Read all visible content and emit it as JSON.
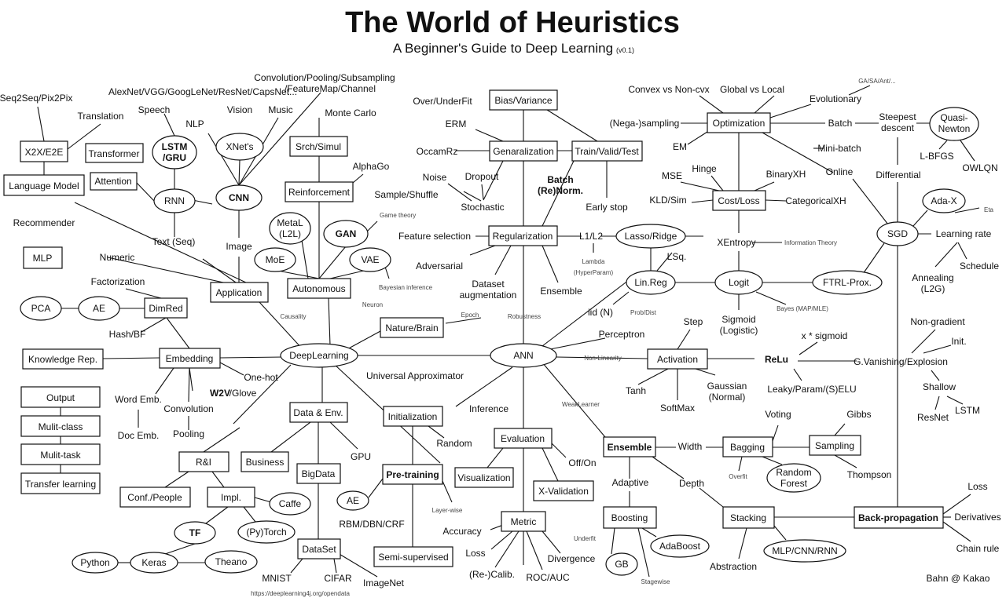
{
  "title": "The World of Heuristics",
  "subtitle": "A Beginner's Guide to Deep Learning",
  "version": "(v0.1)",
  "credit": "Bahn @ Kakao",
  "source_url": "https://deeplearning4j.org/opendata",
  "nodes": {
    "deeplearning": "DeepLearning",
    "ann": "ANN",
    "application": "Application",
    "embedding": "Embedding",
    "autonomous": "Autonomous",
    "nature_brain": "Nature/Brain",
    "data_env": "Data & Env.",
    "initialization": "Initialization",
    "evaluation": "Evaluation",
    "ensemble": "Ensemble",
    "activation": "Activation",
    "regularization": "Regularization",
    "generalization": "Genaralization",
    "bias_variance": "Bias/Variance",
    "train_valid_test": "Train/Valid/Test",
    "optimization": "Optimization",
    "cost_loss": "Cost/Loss",
    "logit": "Logit",
    "lin_reg": "Lin.Reg",
    "lasso_ridge": "Lasso/Ridge",
    "ftrl": "FTRL-Prox.",
    "sgd": "SGD",
    "quasi_newton": "Quasi-\nNewton",
    "ada_x": "Ada-X",
    "relu": "ReLu",
    "bagging": "Bagging",
    "sampling": "Sampling",
    "random_forest": "Random\nForest",
    "boosting": "Boosting",
    "adaboost": "AdaBoost",
    "gb": "GB",
    "stacking": "Stacking",
    "mlp_cnn_rnn": "MLP/CNN/RNN",
    "backprop": "Back-propagation",
    "metric": "Metric",
    "x_validation": "X-Validation",
    "visualization": "Visualization",
    "pre_training": "Pre-training",
    "semi_supervised": "Semi-supervised",
    "ae2": "AE",
    "business": "Business",
    "bigdata": "BigData",
    "dataset": "DataSet",
    "r_and_i": "R&I",
    "conf_people": "Conf./People",
    "impl": "Impl.",
    "caffe": "Caffe",
    "pytorch": "(Py)Torch",
    "tf": "TF",
    "keras": "Keras",
    "theano": "Theano",
    "python": "Python",
    "knowledge_rep": "Knowledge Rep.",
    "output": "Output",
    "multi_class": "Mulit-class",
    "multi_task": "Mulit-task",
    "transfer_learning": "Transfer learning",
    "dimred": "DimRed",
    "pca": "PCA",
    "ae1": "AE",
    "mlp": "MLP",
    "language_model": "Language Model",
    "x2x": "X2X/E2E",
    "transformer": "Transformer",
    "attention": "Attention",
    "lstm_gru": "LSTM\n/GRU",
    "rnn": "RNN",
    "xnets": "XNet's",
    "cnn": "CNN",
    "srch_simul": "Srch/Simul",
    "reinforcement": "Reinforcement",
    "metal": "MetaL\n(L2L)",
    "gan": "GAN",
    "moe": "MoE",
    "vae": "VAE"
  },
  "labels": {
    "seq2seq": "Seq2Seq/Pix2Pix",
    "translation": "Translation",
    "speech": "Speech",
    "alexnet": "AlexNet/VGG/GoogLeNet/ResNet/CapsNet...",
    "conv_pooling": "Convolution/Pooling/Subsampling",
    "featuremap": "/FeatureMap/Channel",
    "vision": "Vision",
    "music": "Music",
    "nlp": "NLP",
    "monte_carlo": "Monte Carlo",
    "alphago": "AlphaGo",
    "game_theory": "Game theory",
    "bayesian_inference": "Bayesian inference",
    "causality": "Causality",
    "neuron": "Neuron",
    "epoch": "Epoch",
    "robustness": "Robustness",
    "recommender": "Recommender",
    "text_seq": "Text (Seq)",
    "numeric": "Numeric",
    "image": "Image",
    "factorization": "Factorization",
    "hash_bf": "Hash/BF",
    "one_hot": "One-hot",
    "w2v": "W2V",
    "glove": "/Glove",
    "word_emb": "Word Emb.",
    "doc_emb": "Doc Emb.",
    "convolution": "Convolution",
    "pooling": "Pooling",
    "gpu": "GPU",
    "random": "Random",
    "layer_wise": "Layer-wise",
    "rbm": "RBM/DBN/CRF",
    "mnist": "MNIST",
    "cifar": "CIFAR",
    "imagenet": "ImageNet",
    "over_underfit": "Over/UnderFit",
    "erm": "ERM",
    "occamrz": "OccamRz",
    "noise": "Noise",
    "dropout": "Dropout",
    "sample_shuffle": "Sample/Shuffle",
    "stochastic": "Stochastic",
    "batch_renorm": "Batch\n(Re)Norm.",
    "early_stop": "Early stop",
    "feature_selection": "Feature selection",
    "adversarial": "Adversarial",
    "dataset_aug": "Dataset\naugmentation",
    "ensemble_lbl": "Ensemble",
    "l1l2": "L1/L2",
    "lambda": "Lambda\n(HyperParam)",
    "universal_approx": "Universal Approximator",
    "inference": "Inference",
    "off_on": "Off/On",
    "accuracy": "Accuracy",
    "loss_m": "Loss",
    "recalib": "(Re-)Calib.",
    "roc_auc": "ROC/AUC",
    "divergence": "Divergence",
    "weaklearner": "WeakLearner",
    "non_linearity": "Non-Linearity",
    "perceptron": "Perceptron",
    "iid": "iid (N)",
    "prob_dist": "Prob/Dist",
    "step": "Step",
    "tanh": "Tanh",
    "softmax": "SoftMax",
    "gaussian": "Gaussian\n(Normal)",
    "sigmoid": "Sigmoid\n(Logistic)",
    "x_sigmoid": "x * sigmoid",
    "leaky": "Leaky/Param/(S)ELU",
    "lsq": "LSq.",
    "xentropy": "XEntropy",
    "info_theory": "Information Theory",
    "bayes_map": "Bayes (MAP/MLE)",
    "mse": "MSE",
    "hinge": "Hinge",
    "binaryxh": "BinaryXH",
    "kld_sim": "KLD/Sim",
    "categoricalxh": "CategoricalXH",
    "convex": "Convex vs Non-cvx",
    "global_local": "Global vs Local",
    "ga_sa": "GA/SA/Ant/...",
    "evolutionary": "Evolutionary",
    "nega_sampling": "(Nega-)sampling",
    "em": "EM",
    "batch": "Batch",
    "minibatch": "Mini-batch",
    "online": "Online",
    "steepest": "Steepest\ndescent",
    "differential": "Differential",
    "lbfgs": "L-BFGS",
    "owlqn": "OWLQN",
    "eta": "Eta",
    "learning_rate": "Learning rate",
    "schedule": "Schedule",
    "annealing": "Annealing\n(L2G)",
    "non_gradient": "Non-gradient",
    "init": "Init.",
    "g_vanishing": "G.Vanishing/Explosion",
    "shallow": "Shallow",
    "resnet": "ResNet",
    "lstm": "LSTM",
    "width": "Width",
    "depth": "Depth",
    "overfit": "Overfit",
    "voting": "Voting",
    "gibbs": "Gibbs",
    "thompson": "Thompson",
    "adaptive": "Adaptive",
    "underfit": "Underfit",
    "stagewise": "Stagewise",
    "abstraction": "Abstraction",
    "loss_b": "Loss",
    "derivatives": "Derivatives",
    "chain_rule": "Chain rule"
  }
}
